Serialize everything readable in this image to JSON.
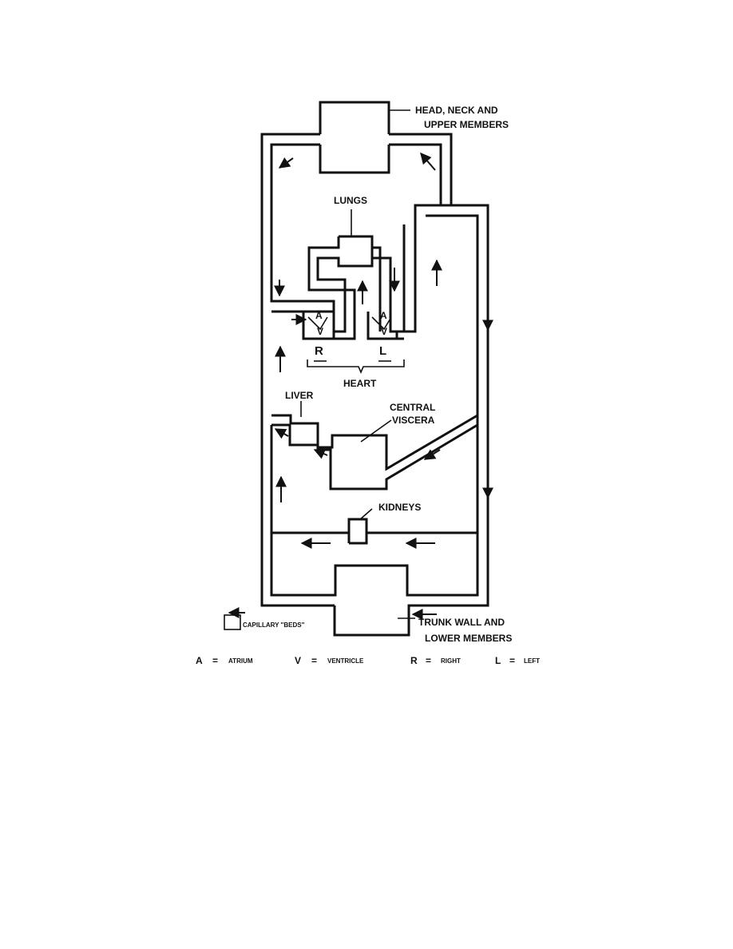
{
  "labels": {
    "head_line1": "HEAD, NECK AND",
    "head_line2": "UPPER MEMBERS",
    "lungs": "LUNGS",
    "atrium_right": "A",
    "ventricle_right": "V",
    "atrium_left": "A",
    "ventricle_left": "V",
    "right": "R",
    "left": "L",
    "heart": "HEART",
    "liver": "LIVER",
    "central_line1": "CENTRAL",
    "central_line2": "VISCERA",
    "kidneys": "KIDNEYS",
    "capillary": "CAPILLARY \"BEDS\"",
    "trunk_line1": "TRUNK WALL AND",
    "trunk_line2": "LOWER MEMBERS"
  },
  "legend": [
    {
      "symbol": "A",
      "equals": "=",
      "meaning": "ATRIUM"
    },
    {
      "symbol": "V",
      "equals": "=",
      "meaning": "VENTRICLE"
    },
    {
      "symbol": "R",
      "equals": "=",
      "meaning": "RIGHT"
    },
    {
      "symbol": "L",
      "equals": "=",
      "meaning": "LEFT"
    }
  ],
  "icons": {
    "flow_arrow": "arrow-icon",
    "capillary_bed": "square-outline-icon"
  }
}
